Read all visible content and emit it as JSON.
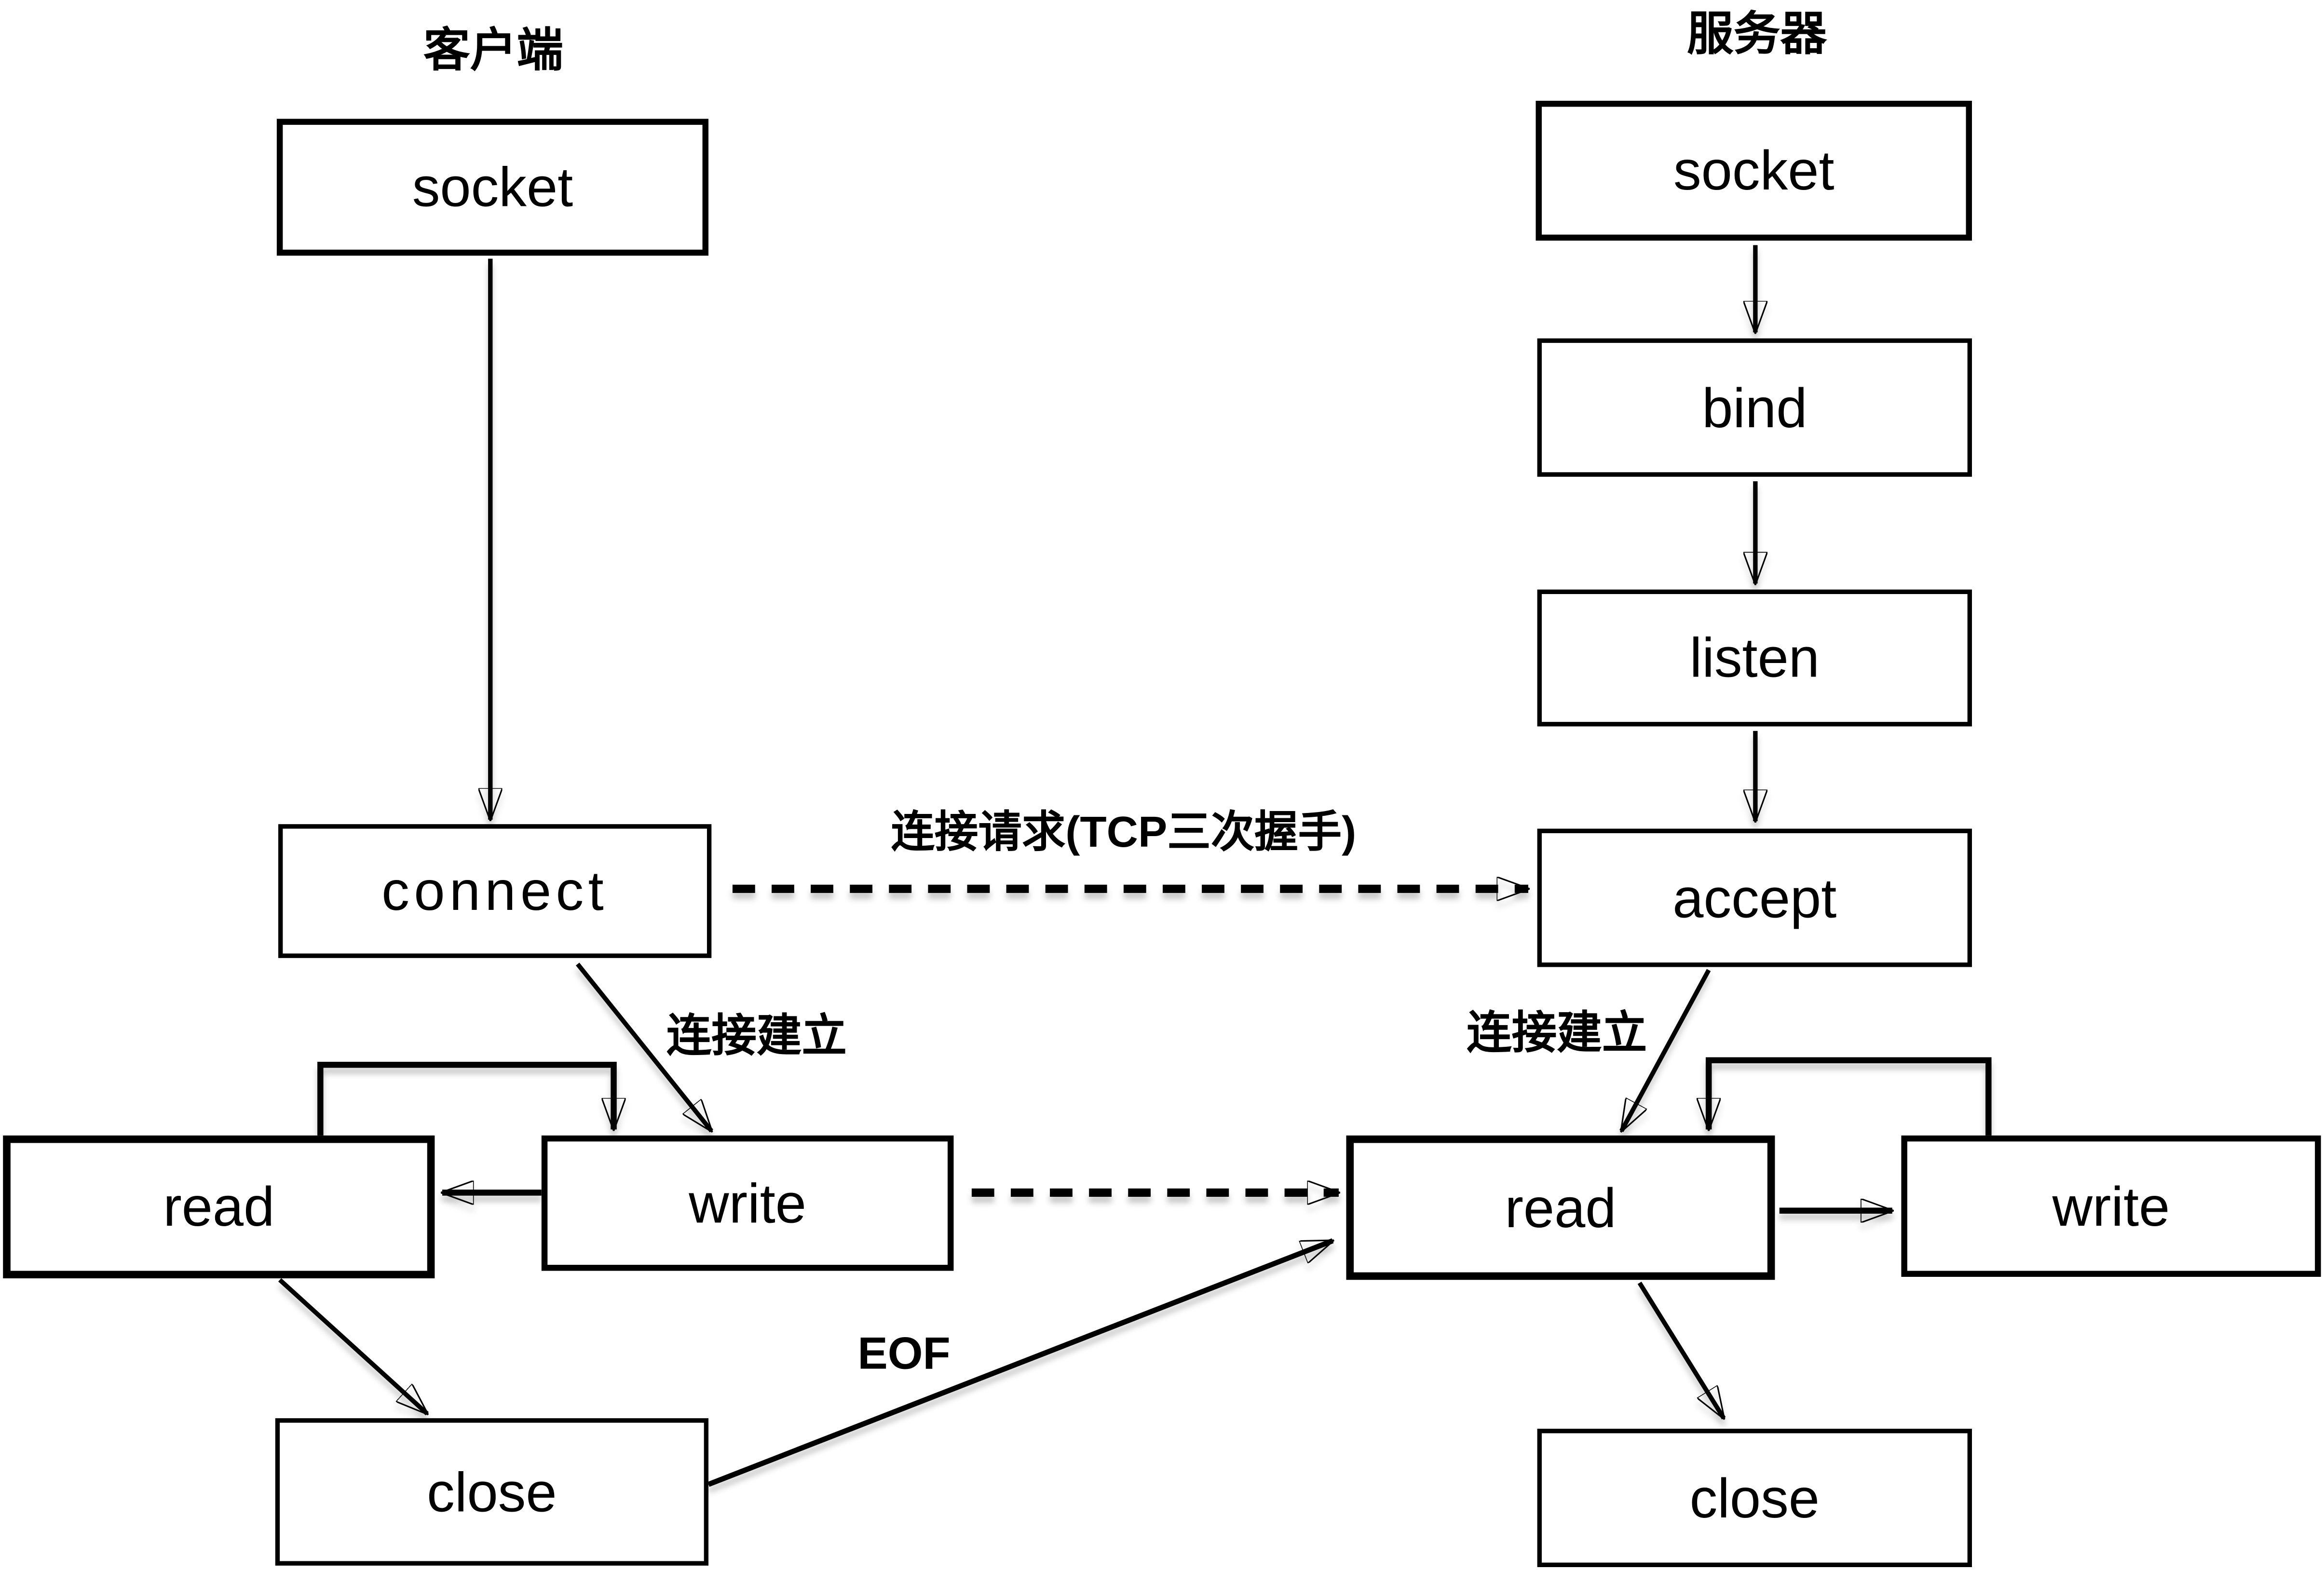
{
  "client": {
    "title": "客户端",
    "socket": "socket",
    "connect": "connect",
    "read": "read",
    "write": "write",
    "close": "close"
  },
  "server": {
    "title": "服务器",
    "socket": "socket",
    "bind": "bind",
    "listen": "listen",
    "accept": "accept",
    "read": "read",
    "write": "write",
    "close": "close"
  },
  "labels": {
    "handshake": "连接请求(TCP三次握手)",
    "established_client": "连接建立",
    "established_server": "连接建立",
    "eof": "EOF"
  },
  "colors": {
    "ink": "#000000",
    "background": "#ffffff"
  }
}
